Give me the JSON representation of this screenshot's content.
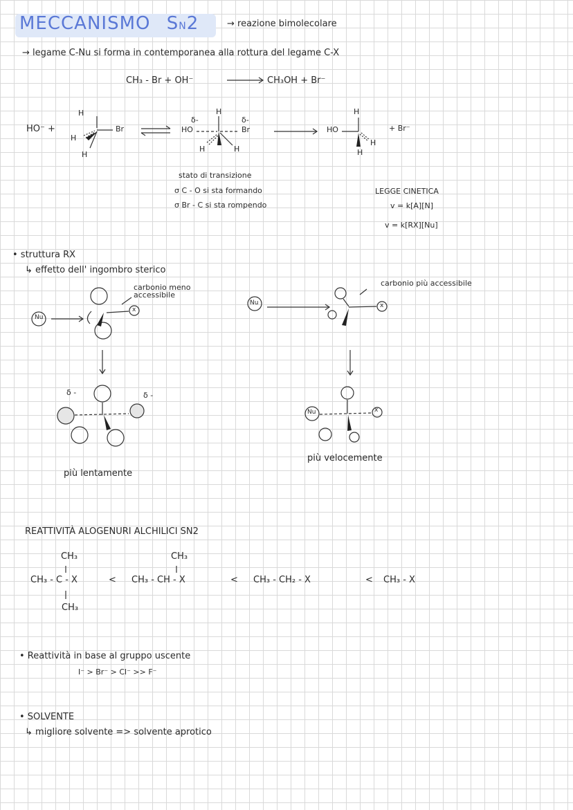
{
  "title": {
    "main": "MECCANISMO",
    "sn": "S",
    "sub_n": "N",
    "two": "2"
  },
  "title_note": "→ reazione bimolecolare",
  "line1": "→ legame C-Nu si forma in contemporanea alla rottura del legame C-X",
  "reaction": {
    "left": "CH₃ - Br + OH⁻",
    "right": "CH₃OH + Br⁻"
  },
  "mechanism": {
    "nucleophile": "HO⁻ +",
    "reactant_h_top": "H",
    "reactant_h_left": "H",
    "reactant_h_bottom": "H",
    "reactant_br": "Br",
    "ts_delta_left": "δ-",
    "ts_delta_right": "δ-",
    "ts_ho": "HO",
    "ts_br": "Br",
    "ts_h_top": "H",
    "ts_h_left": "H",
    "ts_h_right": "H",
    "product_ho": "HO",
    "product_h_top": "H",
    "product_h_right": "H",
    "product_h_bottom": "H",
    "product_br": "+ Br⁻"
  },
  "transition_state": {
    "label": "stato di transizione",
    "line1": "σ C - O si sta formando",
    "line2": "σ Br - C si sta rompendo"
  },
  "kinetics": {
    "title": "LEGGE CINETICA",
    "eq1": "v = k[A][N]",
    "eq2": "v = k[RX][Nu]"
  },
  "structure": {
    "bullet": "• struttura RX",
    "sub": "↳ effetto dell' ingombro sterico"
  },
  "steric_left": {
    "note": "carbonio meno accessibile",
    "nu": "Nu",
    "x": "x",
    "delta_left": "δ -",
    "delta_right": "δ -",
    "caption": "più lentamente"
  },
  "steric_right": {
    "note": "carbonio più accessibile",
    "nu": "Nu",
    "x": "x",
    "caption": "più velocemente"
  },
  "reactivity": {
    "title": "REATTIVITÀ ALOGENURI ALCHILICI SN2",
    "tert_top": "CH₃",
    "tert_main": "CH₃ - C - X",
    "tert_bottom": "CH₃",
    "lt1": "<",
    "sec_top": "CH₃",
    "sec_main": "CH₃ - CH - X",
    "lt2": "<",
    "prim": "CH₃ - CH₂ - X",
    "lt3": "<",
    "methyl": "CH₃ - X"
  },
  "leaving_group": {
    "bullet": "• Reattività in base al gruppo uscente",
    "order": "I⁻ > Br⁻ > Cl⁻ >> F⁻"
  },
  "solvent": {
    "bullet": "• SOLVENTE",
    "sub": "↳ migliore solvente => solvente aprotico"
  }
}
